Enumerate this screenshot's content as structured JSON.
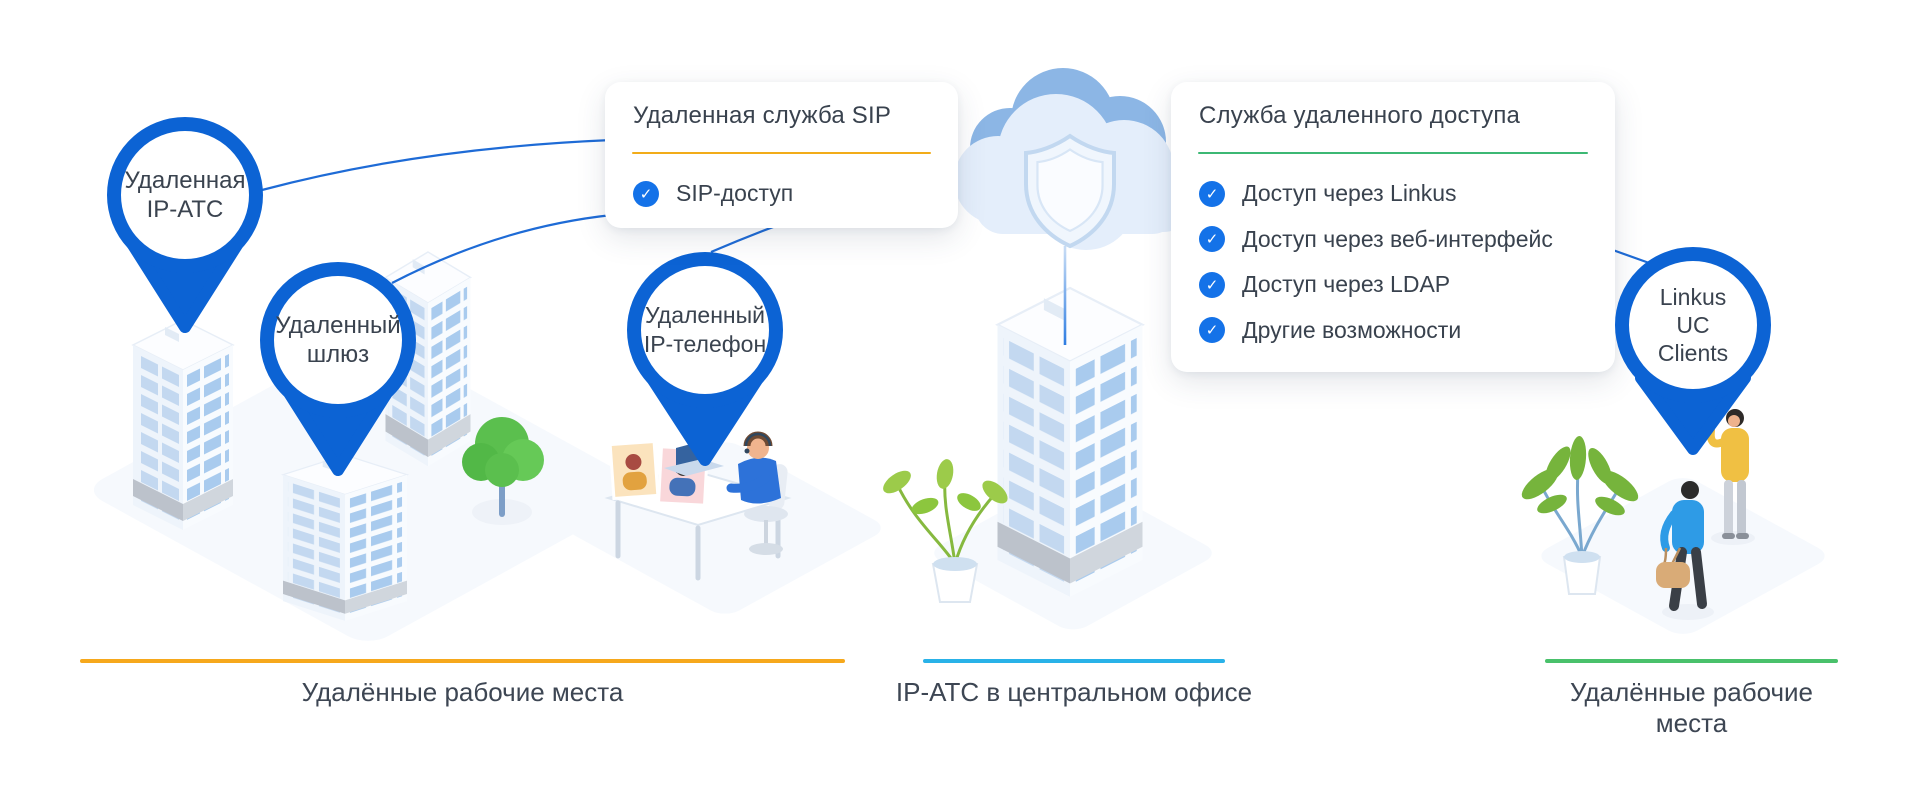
{
  "pins": [
    {
      "id": "remote-ip-pbx",
      "l1": "Удаленная",
      "l2": "IP-АТС"
    },
    {
      "id": "remote-gateway",
      "l1": "Удаленный",
      "l2": "шлюз"
    },
    {
      "id": "remote-ip-phone",
      "l1": "Удаленный",
      "l2": "IP-телефон"
    },
    {
      "id": "linkus-uc-clients",
      "l1": "Linkus",
      "l2": "UC",
      "l3": "Clients"
    }
  ],
  "cards": {
    "sip": {
      "title": "Удаленная служба SIP",
      "accent": "#F2AC19",
      "items": [
        "SIP-доступ"
      ]
    },
    "remote_access": {
      "title": "Служба удаленного доступа",
      "accent": "#3CB874",
      "items": [
        "Доступ через Linkus",
        "Доступ через веб-интерфейс",
        "Доступ через LDAP",
        "Другие возможности"
      ]
    }
  },
  "zones": [
    {
      "label": "Удалённые рабочие места",
      "color": "#F6A81C"
    },
    {
      "label": "IP-АТС в центральном офисе",
      "color": "#29B2E8"
    },
    {
      "label": "Удалённые рабочие места",
      "color": "#49C16B"
    }
  ],
  "icons": {
    "check": "✓",
    "pin": "map-pin",
    "cloud": "secure-cloud-shield"
  },
  "colors": {
    "pin_blue": "#0C63D4",
    "check_blue": "#1472E8",
    "line_blue": "#1E6BD6",
    "text_dark": "#39424E"
  }
}
